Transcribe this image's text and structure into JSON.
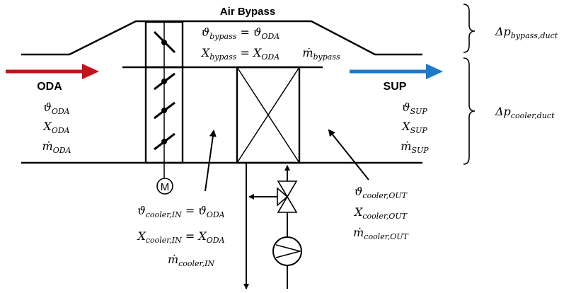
{
  "labels": {
    "bypass_title": "Air Bypass",
    "oda": "ODA",
    "sup": "SUP",
    "motor": "M"
  },
  "equations": {
    "bypass_theta": "ϑbypass = ϑODA",
    "bypass_x": "Xbypass = XODA",
    "bypass_m": "ṁbypass",
    "oda_theta": "ϑODA",
    "oda_x": "XODA",
    "oda_m": "ṁODA",
    "sup_theta": "ϑSUP",
    "sup_x": "XSUP",
    "sup_m": "ṁSUP",
    "in_theta": "ϑcooler,IN = ϑODA",
    "in_x": "Xcooler,IN = XODA",
    "in_m": "ṁcooler,IN",
    "out_theta": "ϑcooler,OUT",
    "out_x": "Xcooler,OUT",
    "out_m": "ṁcooler,OUT",
    "dp_bypass": "Δpbypass,duct",
    "dp_cooler": "Δpcooler,duct"
  },
  "colors": {
    "oda_arrow": "#c0141c",
    "sup_arrow": "#1f78c8",
    "line": "#000000"
  }
}
